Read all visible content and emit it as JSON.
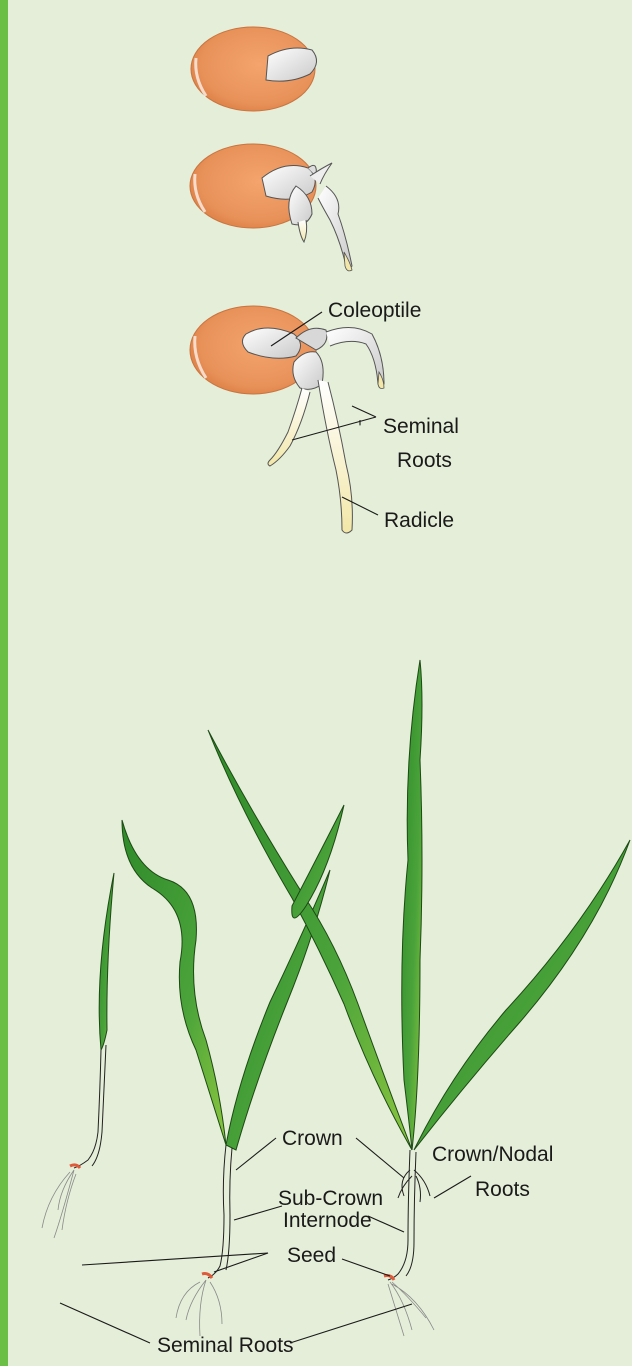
{
  "labels": {
    "coleoptile": "Coleoptile",
    "seminal_roots_top_line1": "Seminal",
    "seminal_roots_top_line2": "Roots",
    "radicle": "Radicle",
    "crown": "Crown",
    "crown_nodal_line1": "Crown/Nodal",
    "crown_nodal_line2": "Roots",
    "sub_crown_line1": "Sub-Crown",
    "sub_crown_line2": "Internode",
    "seed": "Seed",
    "seminal_roots_bottom": "Seminal Roots"
  },
  "colors": {
    "background": "#e4eed8",
    "accent_bar": "#6cbf45",
    "seed": "#e8925a",
    "leaf_dark": "#2f8a2a",
    "leaf_light": "#8cc63f"
  }
}
